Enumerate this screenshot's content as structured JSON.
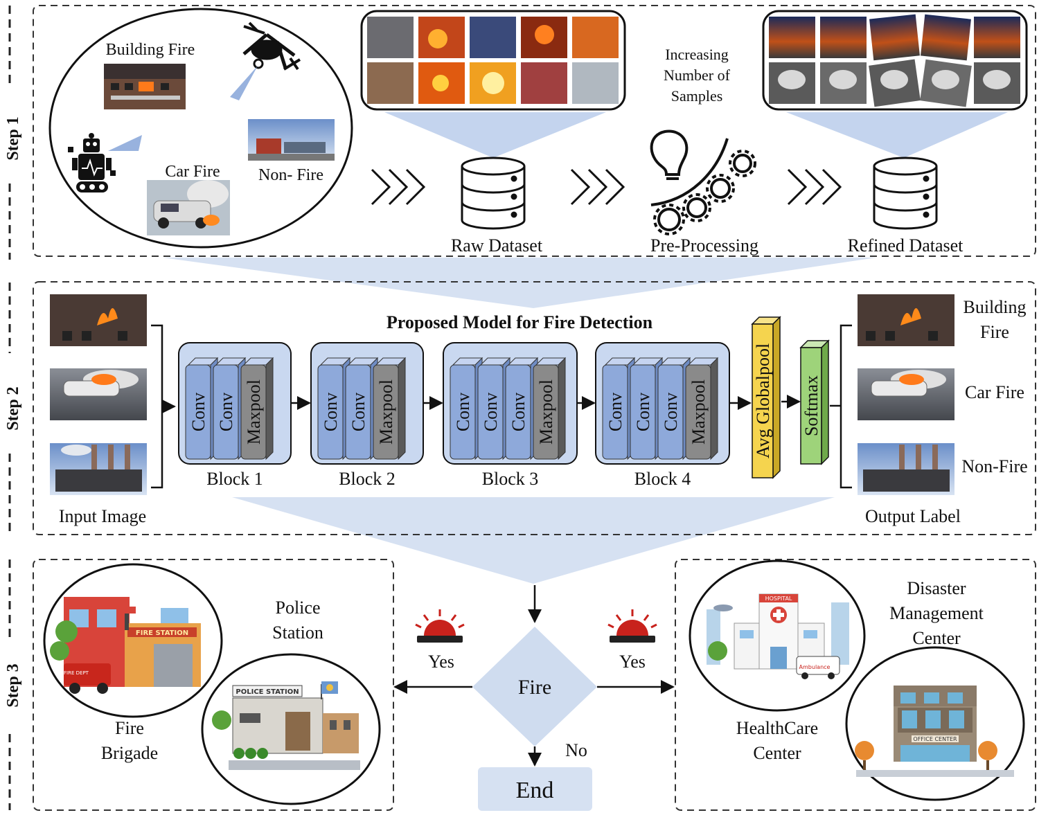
{
  "steps": {
    "step1": "Step 1",
    "step2": "Step 2",
    "step3": "Step 3"
  },
  "step1": {
    "scene_labels": {
      "building_fire": "Building Fire",
      "car_fire": "Car Fire",
      "non_fire": "Non- Fire"
    },
    "raw_dataset": "Raw Dataset",
    "pre_processing": "Pre-Processing",
    "refined_dataset": "Refined Dataset",
    "augment_note": [
      "Increasing",
      "Number of",
      "Samples"
    ]
  },
  "step2": {
    "title": "Proposed Model for Fire Detection",
    "input_label": "Input Image",
    "output_label": "Output Label",
    "blocks": [
      {
        "name": "Block 1",
        "layers": [
          "Conv",
          "Conv",
          "Maxpool"
        ]
      },
      {
        "name": "Block 2",
        "layers": [
          "Conv",
          "Conv",
          "Maxpool"
        ]
      },
      {
        "name": "Block 3",
        "layers": [
          "Conv",
          "Conv",
          "Conv",
          "Maxpool"
        ]
      },
      {
        "name": "Block 4",
        "layers": [
          "Conv",
          "Conv",
          "Conv",
          "Maxpool"
        ]
      }
    ],
    "avgpool": "Avg Globalpool",
    "softmax": "Softmax",
    "outputs": {
      "building": [
        "Building",
        "Fire"
      ],
      "car": "Car Fire",
      "nonfire": "Non-Fire"
    }
  },
  "step3": {
    "decision": "Fire",
    "yes": "Yes",
    "no": "No",
    "end": "End",
    "fire_brigade": [
      "Fire",
      "Brigade"
    ],
    "police_station": [
      "Police",
      "Station"
    ],
    "healthcare": [
      "HealthCare",
      "Center"
    ],
    "disaster": [
      "Disaster",
      "Management",
      "Center"
    ],
    "signs": {
      "fire_station": "FIRE STATION",
      "police_station": "POLICE STATION",
      "hospital": "HOSPITAL",
      "ambulance": "Ambulance",
      "office": "OFFICE CENTER",
      "fire_dept": "FIRE DEPT"
    }
  },
  "colors": {
    "panel_border": "#333333",
    "funnel": "#d6e1f2",
    "block_fill": "#c9d8f0",
    "conv_layer": "#8ea9da",
    "maxpool_layer": "#8a8a8a",
    "avgpool": "#f5d44e",
    "softmax": "#9ed37a",
    "diamond": "#cfdcef",
    "end_box": "#d6e1f2",
    "siren": "#c8221c"
  }
}
